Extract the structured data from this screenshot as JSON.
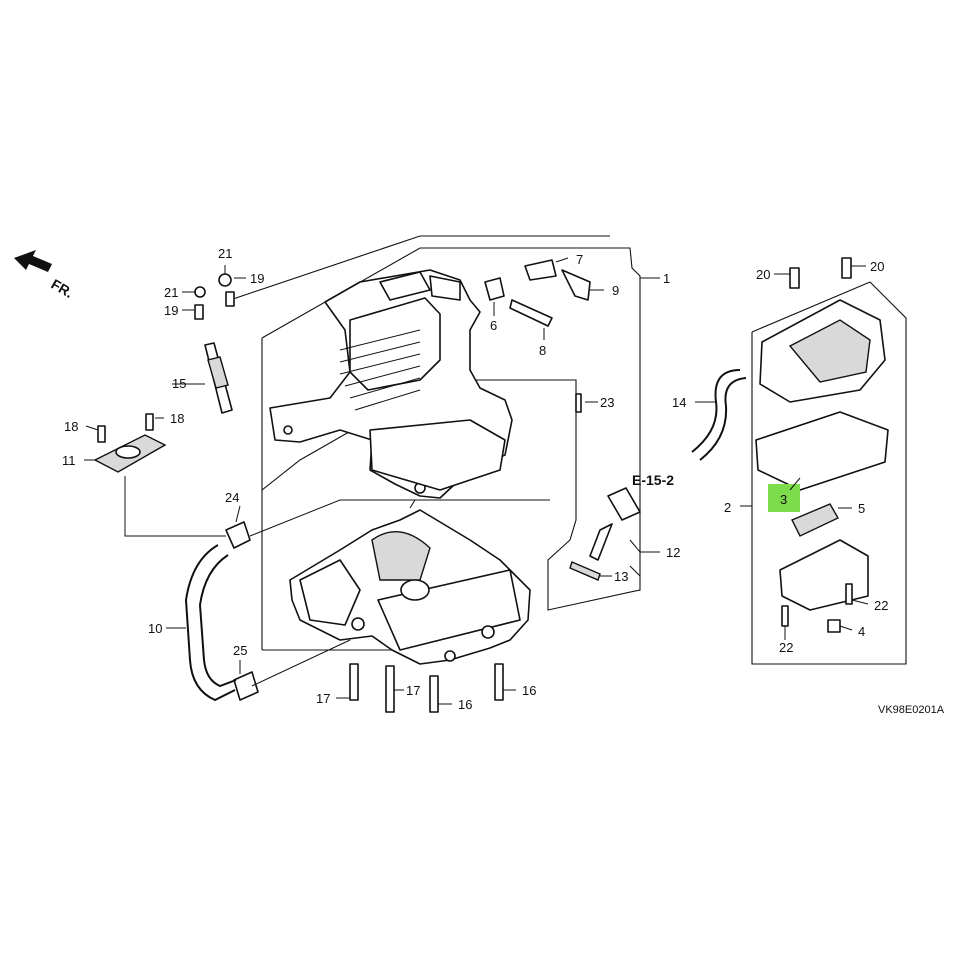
{
  "diagram": {
    "direction_label": "FR.",
    "reference_label": "E-15-2",
    "diagram_code": "VK98E0201A",
    "highlight_color": "#7ddc4a",
    "highlighted_part": "3",
    "callouts": {
      "c1": "1",
      "c2": "2",
      "c3": "3",
      "c4": "4",
      "c5": "5",
      "c6": "6",
      "c7": "7",
      "c8": "8",
      "c9": "9",
      "c10": "10",
      "c11": "11",
      "c12": "12",
      "c13": "13",
      "c14": "14",
      "c15": "15",
      "c16a": "16",
      "c16b": "16",
      "c17a": "17",
      "c17b": "17",
      "c18a": "18",
      "c18b": "18",
      "c19a": "19",
      "c19b": "19",
      "c20a": "20",
      "c20b": "20",
      "c21a": "21",
      "c21b": "21",
      "c22a": "22",
      "c22b": "22",
      "c23": "23",
      "c24": "24",
      "c25": "25"
    }
  }
}
